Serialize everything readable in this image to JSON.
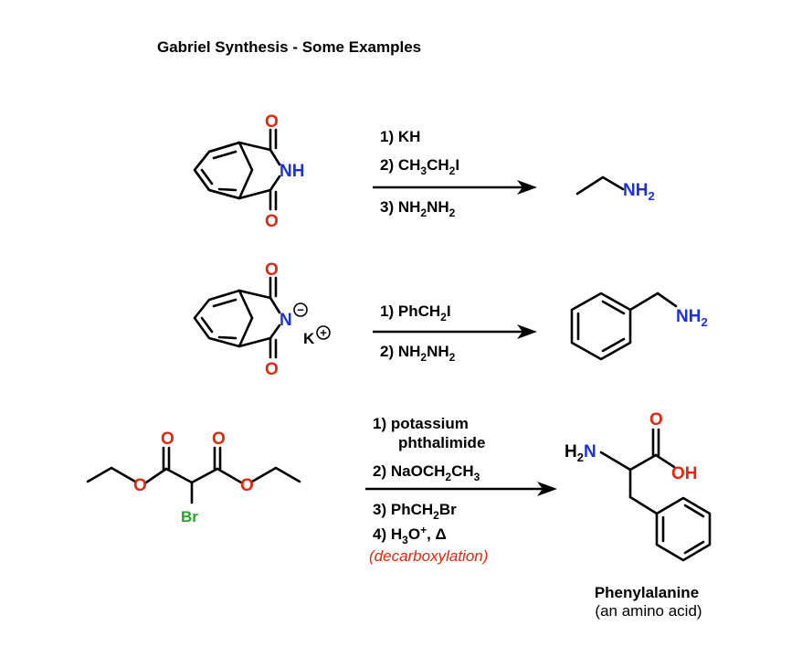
{
  "title": "Gabriel Synthesis - Some Examples",
  "reactions": [
    {
      "reagents": [
        {
          "num": "1)",
          "text": "KH"
        },
        {
          "num": "2)",
          "text": "CH",
          "sub1": "3",
          "mid": "CH",
          "sub2": "2",
          "tail": "I"
        },
        {
          "num": "3)",
          "text": "NH",
          "sub1": "2",
          "mid": "NH",
          "sub2": "2"
        }
      ],
      "start": {
        "o_top": "O",
        "o_bottom": "O",
        "n_label": "NH"
      },
      "product": {
        "n_label": "NH",
        "sub": "2"
      }
    },
    {
      "reagents": [
        {
          "num": "1)",
          "text": "PhCH",
          "sub1": "2",
          "tail": "I"
        },
        {
          "num": "2)",
          "text": "NH",
          "sub1": "2",
          "mid": "NH",
          "sub2": "2"
        }
      ],
      "start": {
        "o_top": "O",
        "o_bottom": "O",
        "n_label": "N",
        "counter_ion": "K",
        "minus": "−",
        "plus": "+"
      },
      "product": {
        "n_label": "NH",
        "sub": "2"
      }
    },
    {
      "reagents": [
        {
          "num": "1)",
          "line1": "potassium",
          "line2": "phthalimide"
        },
        {
          "num": "2)",
          "text": "NaOCH",
          "sub1": "2",
          "mid": "CH",
          "sub2": "3"
        },
        {
          "num": "3)",
          "text": "PhCH",
          "sub1": "2",
          "tail": "Br"
        },
        {
          "num": "4)",
          "text": "H",
          "sub1": "3",
          "mid": "O",
          "sup": "+",
          "tail": ", Δ"
        }
      ],
      "note": "(decarboxylation)",
      "start": {
        "o_carbonyl_left": "O",
        "o_carbonyl_right": "O",
        "o_ester_left": "O",
        "o_ester_right": "O",
        "br": "Br"
      },
      "product": {
        "n_label": "N",
        "h_prefix": "H",
        "sub": "2",
        "o_carbonyl": "O",
        "oh": "OH",
        "name": "Phenylalanine",
        "subtitle": "(an amino acid)"
      }
    }
  ],
  "colors": {
    "oxygen": "#e8250c",
    "nitrogen": "#1a30e6",
    "bromine": "#22aa22",
    "note": "#e8250c",
    "bond": "#000000"
  }
}
